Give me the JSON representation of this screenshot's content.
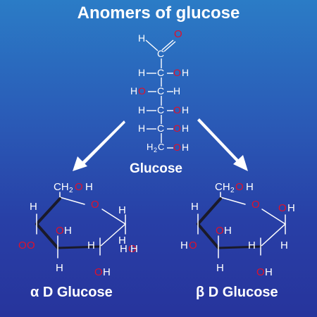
{
  "title": "Anomers of glucose",
  "center_label": "Glucose",
  "alpha_label": "α D Glucose",
  "beta_label": "β D Glucose",
  "colors": {
    "white": "#ffffff",
    "oxygen": "#e0102a",
    "bond_dark": "#1a1a2a"
  },
  "chain_texts": [
    {
      "t": "H",
      "c": "w"
    },
    {
      "t": "O",
      "c": "r"
    },
    {
      "t": "C",
      "c": "w"
    },
    {
      "t": "H",
      "c": "w"
    },
    {
      "t": "C",
      "c": "w"
    },
    {
      "t": "O",
      "c": "r"
    },
    {
      "t": "H",
      "c": "w"
    },
    {
      "t": "H",
      "c": "w"
    },
    {
      "t": "O",
      "c": "r"
    },
    {
      "t": "C",
      "c": "w"
    },
    {
      "t": "H",
      "c": "w"
    },
    {
      "t": "H",
      "c": "w"
    },
    {
      "t": "C",
      "c": "w"
    },
    {
      "t": "O",
      "c": "r"
    },
    {
      "t": "H",
      "c": "w"
    },
    {
      "t": "H",
      "c": "w"
    },
    {
      "t": "C",
      "c": "w"
    },
    {
      "t": "O",
      "c": "r"
    },
    {
      "t": "H",
      "c": "w"
    },
    {
      "t": "H",
      "c": "w"
    },
    {
      "t": "2",
      "c": "w"
    },
    {
      "t": "C",
      "c": "w"
    },
    {
      "t": "O",
      "c": "r"
    },
    {
      "t": "H",
      "c": "w"
    }
  ],
  "alpha_texts": [
    {
      "t": "CH",
      "c": "w"
    },
    {
      "t": "2",
      "c": "w"
    },
    {
      "t": "O",
      "c": "r"
    },
    {
      "t": "H",
      "c": "w"
    },
    {
      "t": "O",
      "c": "r"
    },
    {
      "t": "H",
      "c": "w"
    },
    {
      "t": "H",
      "c": "w"
    },
    {
      "t": "O",
      "c": "r"
    },
    {
      "t": "H",
      "c": "w"
    },
    {
      "t": "H",
      "c": "w"
    },
    {
      "t": "O",
      "c": "r"
    },
    {
      "t": "O",
      "c": "r"
    },
    {
      "t": "H",
      "c": "w"
    },
    {
      "t": "H",
      "c": "w"
    },
    {
      "t": "O",
      "c": "r"
    },
    {
      "t": "H",
      "c": "w"
    }
  ],
  "beta_texts": [
    {
      "t": "CH",
      "c": "w"
    },
    {
      "t": "2",
      "c": "w"
    },
    {
      "t": "O",
      "c": "r"
    },
    {
      "t": "H",
      "c": "w"
    },
    {
      "t": "O",
      "c": "r"
    },
    {
      "t": "O",
      "c": "r"
    },
    {
      "t": "H",
      "c": "w"
    },
    {
      "t": "H",
      "c": "w"
    },
    {
      "t": "O",
      "c": "r"
    },
    {
      "t": "H",
      "c": "w"
    },
    {
      "t": "H",
      "c": "w"
    },
    {
      "t": "O",
      "c": "r"
    },
    {
      "t": "H",
      "c": "w"
    },
    {
      "t": "H",
      "c": "w"
    },
    {
      "t": "O",
      "c": "r"
    },
    {
      "t": "H",
      "c": "w"
    }
  ]
}
